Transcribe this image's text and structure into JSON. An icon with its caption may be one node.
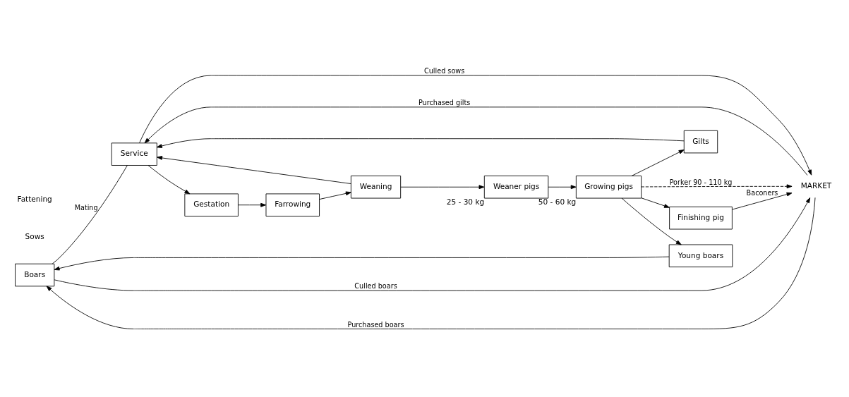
{
  "diagram": {
    "nodes": [
      {
        "text": [
          "Boars"
        ]
      },
      {
        "text": [
          "Young boars"
        ]
      },
      {
        "text": [
          "Service"
        ]
      },
      {
        "text": [
          "Gilts"
        ]
      },
      {
        "text": [
          "Gestation"
        ]
      },
      {
        "text": [
          "Weaning"
        ]
      },
      {
        "text": [
          "Farrowing"
        ]
      },
      {
        "text": [
          "Weaner pigs"
        ],
        "beside": [
          "25 - 30 kg"
        ]
      },
      {
        "text": [
          "Growing pigs"
        ],
        "beside": [
          "50 - 60 kg"
        ]
      },
      {
        "text": [
          "Finishing pig"
        ]
      },
      {
        "text": [
          "MARKET"
        ]
      }
    ],
    "edges": [
      {
        "from": 10,
        "to": 0,
        "arrow": "to",
        "label": "Purchased boars"
      },
      {
        "from": 1,
        "to": 0,
        "arrow": "to"
      },
      {
        "from": 0,
        "to": 2,
        "arrow": "none",
        "label": "Mating"
      },
      {
        "from": 10,
        "to": 2,
        "arrow": "to",
        "label": "Purchased gilts"
      },
      {
        "from": 3,
        "to": 2,
        "arrow": "to"
      },
      {
        "from": 2,
        "to": 4,
        "arrow": "to"
      },
      {
        "from": 4,
        "to": 6,
        "arrow": "to"
      },
      {
        "from": 6,
        "to": 5,
        "arrow": "to"
      },
      {
        "from": 5,
        "to": 2,
        "arrow": "to"
      },
      {
        "from": 5,
        "to": 7,
        "arrow": "to"
      },
      {
        "from": 7,
        "to": 8,
        "arrow": "to"
      },
      {
        "from": 8,
        "to": 3,
        "arrow": "to"
      },
      {
        "from": 8,
        "to": 1,
        "arrow": "to"
      },
      {
        "from": 8,
        "to": 9,
        "arrow": "to"
      },
      {
        "from": 9,
        "to": 10,
        "arrow": "to",
        "label": "Baconers"
      },
      {
        "from": 8,
        "to": 10,
        "arrow": "to",
        "label": "Porker 90 - 110 kg",
        "style": "dashed"
      },
      {
        "from": 2,
        "to": 10,
        "arrow": "to",
        "label": "Culled sows"
      },
      {
        "from": 0,
        "to": 10,
        "arrow": "to",
        "label": "Culled boars"
      }
    ],
    "labels": [
      "Sows",
      "Fattening"
    ]
  }
}
